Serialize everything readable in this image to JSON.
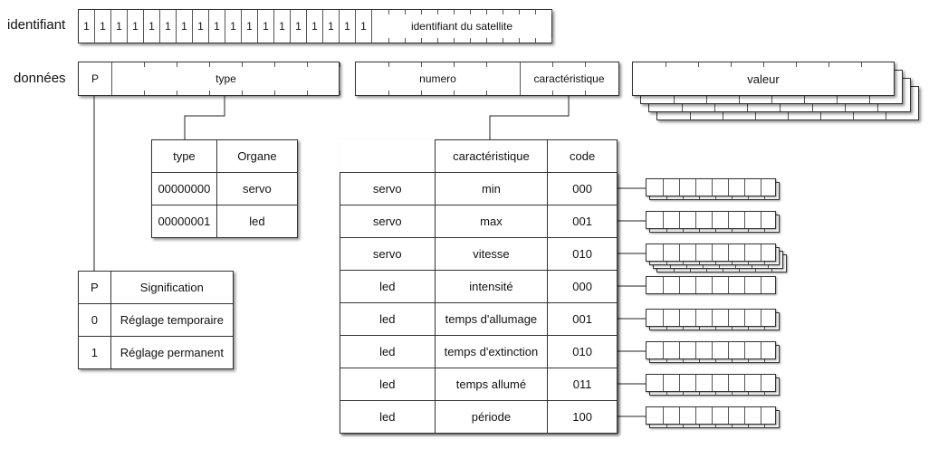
{
  "labels": {
    "identifiant": "identifiant",
    "donnees": "données"
  },
  "id_field": {
    "bits": [
      "1",
      "1",
      "1",
      "1",
      "1",
      "1",
      "1",
      "1",
      "1",
      "1",
      "1",
      "1",
      "1",
      "1",
      "1",
      "1",
      "1",
      "1"
    ],
    "satellite_label": "identifiant du satellite"
  },
  "data_fields": {
    "p": "P",
    "type": "type",
    "numero": "numero",
    "caracteristique": "caractéristique",
    "valeur": "valeur"
  },
  "type_table": {
    "headers": [
      "type",
      "Organe"
    ],
    "rows": [
      [
        "00000000",
        "servo"
      ],
      [
        "00000001",
        "led"
      ]
    ]
  },
  "p_table": {
    "headers": [
      "P",
      "Signification"
    ],
    "rows": [
      [
        "0",
        "Réglage temporaire"
      ],
      [
        "1",
        "Réglage permanent"
      ]
    ]
  },
  "char_table": {
    "headers": [
      "",
      "caractéristique",
      "code"
    ],
    "rows": [
      [
        "servo",
        "min",
        "000"
      ],
      [
        "servo",
        "max",
        "001"
      ],
      [
        "servo",
        "vitesse",
        "010"
      ],
      [
        "led",
        "intensité",
        "000"
      ],
      [
        "led",
        "temps d'allumage",
        "001"
      ],
      [
        "led",
        "temps d'extinction",
        "010"
      ],
      [
        "led",
        "temps allumé",
        "011"
      ],
      [
        "led",
        "période",
        "100"
      ]
    ]
  },
  "value_stacks": [
    2,
    2,
    4,
    1,
    2,
    2,
    2,
    2
  ]
}
